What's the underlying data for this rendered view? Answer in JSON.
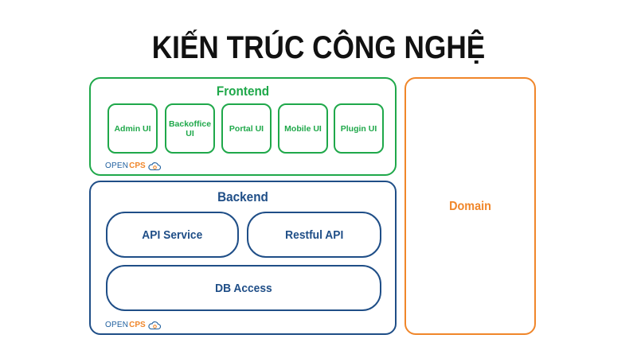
{
  "title": "KIẾN TRÚC CÔNG NGHỆ",
  "frontend": {
    "label": "Frontend",
    "items": [
      "Admin UI",
      "Backoffice UI",
      "Portal UI",
      "Mobile UI",
      "Plugin UI"
    ]
  },
  "backend": {
    "label": "Backend",
    "api_service": "API Service",
    "restful_api": "Restful API",
    "db_access": "DB Access"
  },
  "domain": {
    "label": "Domain"
  },
  "brand": {
    "open": "OPEN",
    "cps": "CPS",
    "icon": "cloud-gear-icon"
  },
  "colors": {
    "frontend": "#1fa84a",
    "backend": "#1f4e87",
    "domain": "#f0862a",
    "brand_blue": "#1f5f9e",
    "brand_orange": "#f0862a"
  }
}
